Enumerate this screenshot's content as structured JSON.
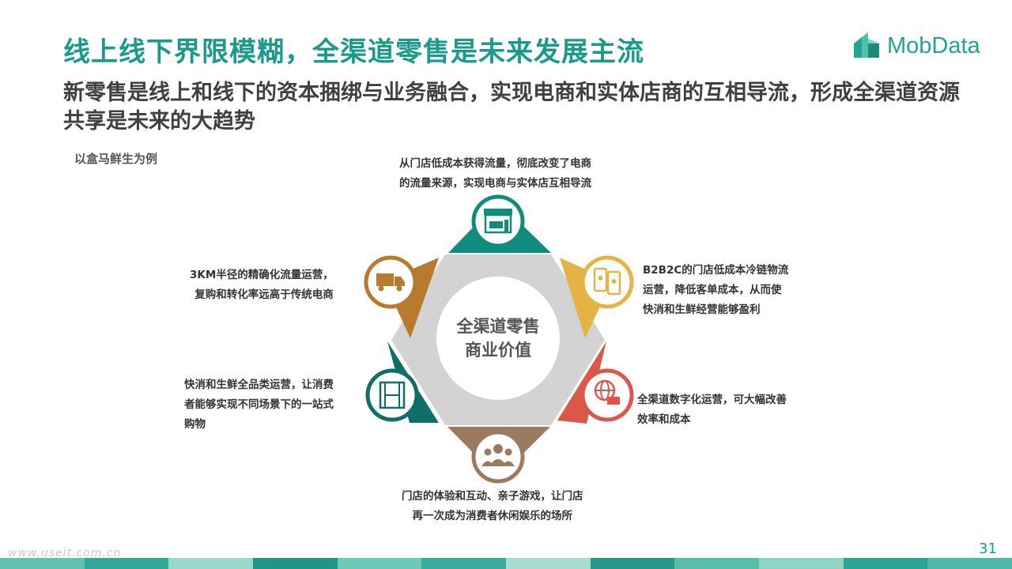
{
  "header": {
    "title": "线上线下界限模糊，全渠道零售是未来发展主流",
    "subtitle": "新零售是线上和线下的资本捆绑与业务融合，实现电商和实体店商的互相导流，形成全渠道资源共享是未来的大趋势",
    "example_label": "以盒马鲜生为例",
    "logo_text": "MobData"
  },
  "diagram": {
    "center_label_line1": "全渠道零售",
    "center_label_line2": "商业价值",
    "nodes": [
      {
        "icon": "store-open-icon",
        "color": "#0f8c7e",
        "text_line1": "从门店低成本获得流量，彻底改变了电商",
        "text_line2": "的流量来源，实现电商与实体店互相导流"
      },
      {
        "icon": "smartphone-users-icon",
        "color": "#e4b344",
        "text_line1": "B2B2C的门店低成本冷链物流",
        "text_line2": "运营，降低客单成本，从而使",
        "text_line3": "快消和生鲜经营能够盈利"
      },
      {
        "icon": "globe-laptop-icon",
        "color": "#d9584a",
        "text_line1": "全渠道数字化运营，可大幅改善",
        "text_line2": "效率和成本"
      },
      {
        "icon": "people-group-icon",
        "color": "#9b7b60",
        "text_line1": "门店的体验和互动、亲子游戏，让门店",
        "text_line2": "再一次成为消费者休闲娱乐的场所"
      },
      {
        "icon": "film-strip-icon",
        "color": "#0f6f66",
        "text_line1": "快消和生鲜全品类运营，让消费",
        "text_line2": "者能够实现不同场景下的一站式",
        "text_line3": "购物"
      },
      {
        "icon": "delivery-truck-icon",
        "color": "#b87a2c",
        "text_line1": "3KM半径的精确化流量运营，",
        "text_line2": "复购和转化率远高于传统电商"
      }
    ]
  },
  "footer": {
    "page_number": "31",
    "watermark": "www.useit.com.cn"
  }
}
